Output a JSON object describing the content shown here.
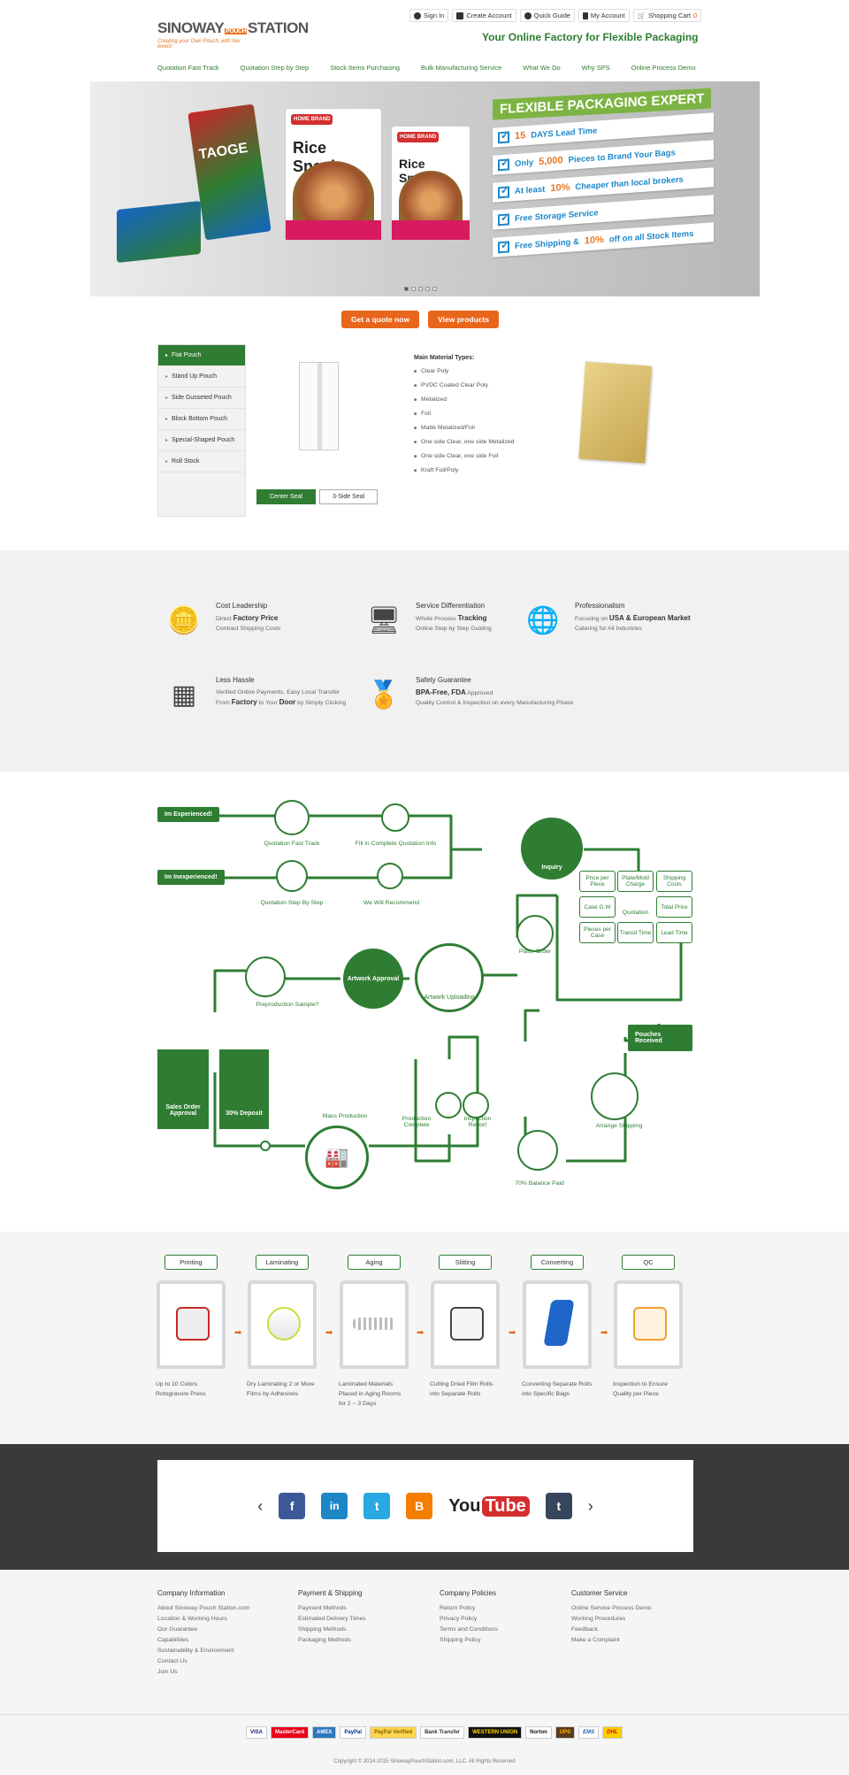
{
  "brand": {
    "logo_name_a": "SINOWAY",
    "logo_name_b": "POUCH",
    "logo_name_c": "STATION",
    "tagline": "Creating your Own Pouch, with low levels!",
    "slogan": "Your Online Factory for Flexible Packaging"
  },
  "topbar": [
    "Sign In",
    "Create Account",
    "Quick Guide",
    "My Account"
  ],
  "cart": {
    "label": "Shopping Cart",
    "count": "0"
  },
  "nav": [
    "Quotation Fast Track",
    "Quotation Step by Step",
    "Stock Items Purchasing",
    "Bulk Manufacturing Service",
    "What We Do",
    "Why SPS",
    "Online Process Demo"
  ],
  "banner": {
    "title": "FLEXIBLE PACKAGING EXPERT",
    "bag_brand": "HOME BRAND",
    "bag_left_text": "TAOGE",
    "bag_product": "Rice Snacks",
    "benefits": [
      {
        "pre": "",
        "hi": "15",
        "post": " DAYS Lead Time"
      },
      {
        "pre": "Only ",
        "hi": "5,000",
        "post": " Pieces to Brand Your Bags"
      },
      {
        "pre": "At least ",
        "hi": "10%",
        "post": " Cheaper than local brokers"
      },
      {
        "pre": "",
        "hi": "",
        "post": "Free Storage Service"
      },
      {
        "pre": "Free Shipping & ",
        "hi": "10%",
        "post": " off on all Stock Items"
      }
    ]
  },
  "cta": {
    "quote": "Get a quote now",
    "products": "View products"
  },
  "picker": {
    "tabs": [
      "Flat Pouch",
      "Stand Up Pouch",
      "Side Gusseted Pouch",
      "Block Bottom Pouch",
      "Special-Shaped Pouch",
      "Roll Stock"
    ],
    "seal_types": [
      "Center Seal",
      "3-Side Seal"
    ],
    "materials_title": "Main Material Types:",
    "materials": [
      "Clear Poly",
      "PVDC Coated Clear Poly",
      "Metalized",
      "Foil",
      "Matte Metalized/Foil",
      "One side Clear, one side Metalized",
      "One side Clear, one side Foil",
      "Kraft Foil/Poly"
    ]
  },
  "features": [
    {
      "title": "Cost Leadership",
      "l1a": "Direct ",
      "l1b": "Factory Price",
      "l2": "Contract Shipping Costs"
    },
    {
      "title": "Service Differentiation",
      "l1a": "Whole Process ",
      "l1b": "Tracking",
      "l2": "Online Step by Step Guiding"
    },
    {
      "title": "Professionalism",
      "l1a": "Focusing on ",
      "l1b": "USA & European Market",
      "l2": "Catering for All Industries"
    },
    {
      "title": "Less Hassle",
      "l1a": "Verified Online Payments, Easy Local Transfer",
      "l1b": "",
      "l2a": "From ",
      "l2b": "Factory",
      "l2c": " to Your ",
      "l2d": "Door",
      "l2e": " by Simply Clicking"
    },
    {
      "title": "Safety Guarantee",
      "l1a": "",
      "l1b": "BPA-Free, FDA",
      "l1c": " Approved",
      "l2": "Quality Control & Inspection on every Manufacturing Phase"
    }
  ],
  "flow": {
    "experienced": "Im Experienced!",
    "inexperienced": "Im Inexperienced!",
    "fast_track": "Quotation Fast Track",
    "fill_info": "Fill in Complete Quotation Info",
    "step_by_step": "Quotation Step By Step",
    "recommend": "We Will Recommend",
    "inquiry": "Inquiry",
    "quotation": "Quotation",
    "quote_cells": [
      "Price per Piece",
      "Plate/Mold Charge",
      "Shipping Costs",
      "Case G.W",
      "Total Price",
      "Pieces per Case",
      "Transit Time",
      "Lead Time"
    ],
    "place_order": "Place Order",
    "artwork_uploading": "Artwork Uploading",
    "artwork_approval": "Artwork Approval",
    "preproduction": "Preproduction Sample?",
    "sales_order": "Sales Order Approval",
    "deposit": "30% Deposit",
    "mass_production": "Mass Production",
    "production_complete": "Production Complete",
    "inspection_report": "Inspection Report",
    "balance_paid": "70% Balance Paid",
    "arrange_shipping": "Arrange Shipping",
    "pouches_received": "Pouches Received"
  },
  "process": [
    {
      "title": "Printing",
      "desc": "Up to 10 Colors Rotogravure Press"
    },
    {
      "title": "Laminating",
      "desc": "Dry Laminating 2 or More Films by Adhesives"
    },
    {
      "title": "Aging",
      "desc": "Laminated Materials Placed in Aging Rooms for 2 ~ 3 Days"
    },
    {
      "title": "Slitting",
      "desc": "Cutting Dried Film Rolls into Separate Rolls"
    },
    {
      "title": "Converting",
      "desc": "Converting Separate Rolls into Specific Bags"
    },
    {
      "title": "QC",
      "desc": "Inspection to Ensure Quality per Piece"
    }
  ],
  "social": {
    "youtube_a": "You",
    "youtube_b": "Tube"
  },
  "footer": {
    "columns": [
      {
        "title": "Company Information",
        "items": [
          "About Sinoway Pouch Station.com",
          "Location & Working Hours",
          "Our Guarantee",
          "Capabilities",
          "Sustainability & Environment",
          "Contact Us",
          "Join Us"
        ]
      },
      {
        "title": "Payment & Shipping",
        "items": [
          "Payment Methods",
          "Estimated Delivery Times",
          "Shipping Methods",
          "Packaging Methods"
        ]
      },
      {
        "title": "Company Policies",
        "items": [
          "Return Policy",
          "Privacy Policy",
          "Terms and Conditions",
          "Shipping Policy"
        ]
      },
      {
        "title": "Customer Service",
        "items": [
          "Online Service Process Demo",
          "Working Procedures",
          "Feedback",
          "Make a Complaint"
        ]
      }
    ],
    "payments": [
      "VISA",
      "MasterCard",
      "AMEX",
      "PayPal",
      "PayPal Verified",
      "Bank Transfer",
      "WESTERN UNION",
      "Norton",
      "UPS",
      "EMS",
      "DHL"
    ],
    "copyright": "Copyright © 2014-2015 SinowayPouchStation.com, LLC. All Rights Reserved"
  },
  "colors": {
    "green": "#2e7d32",
    "orange": "#e8651c",
    "blue": "#1e88c8"
  }
}
